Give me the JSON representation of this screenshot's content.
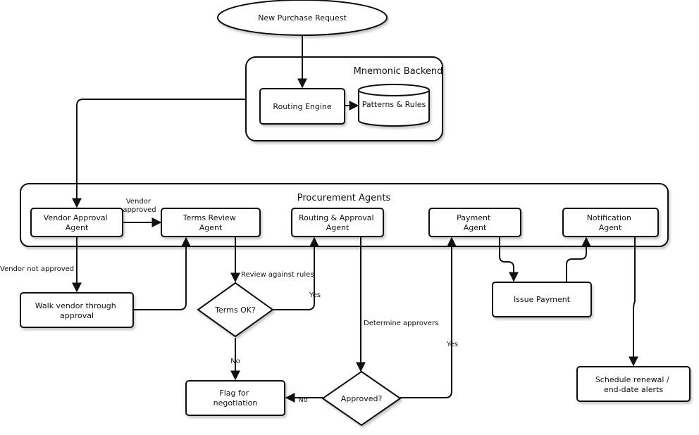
{
  "diagram": {
    "nodes": {
      "new_purchase_request": "New Purchase Request",
      "mnemonic_backend": "Mnemonic Backend",
      "routing_engine": "Routing Engine",
      "patterns_rules": "Patterns & Rules",
      "procurement_agents": "Procurement Agents",
      "vendor_approval_agent": [
        "Vendor Approval",
        "Agent"
      ],
      "terms_review_agent": [
        "Terms Review",
        "Agent"
      ],
      "routing_approval_agent": [
        "Routing & Approval",
        "Agent"
      ],
      "payment_agent": [
        "Payment",
        "Agent"
      ],
      "notification_agent": [
        "Notification",
        "Agent"
      ],
      "walk_vendor": [
        "Walk vendor through",
        "approval"
      ],
      "terms_ok": "Terms OK?",
      "flag_negotiation": [
        "Flag for",
        "negotiation"
      ],
      "approved": "Approved?",
      "issue_payment": "Issue Payment",
      "schedule_renewal": [
        "Schedule renewal /",
        "end-date alerts"
      ]
    },
    "edge_labels": {
      "vendor_approved": [
        "Vendor",
        "approved"
      ],
      "vendor_not_approved": "Vendor not approved",
      "review_against_rules": "Review against rules",
      "yes_terms": "Yes",
      "no_terms": "No",
      "determine_approvers": "Determine approvers",
      "yes_approved": "Yes",
      "no_approved": "No"
    }
  }
}
